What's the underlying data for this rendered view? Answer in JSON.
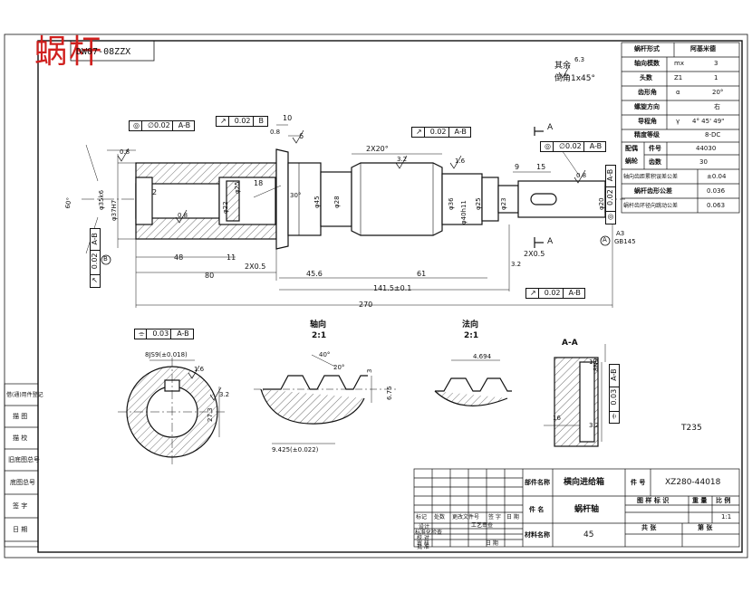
{
  "drawing": {
    "stamp_text": "蜗杆",
    "code_text": "DW07-08ZZX",
    "roughness_note_label": "其余",
    "roughness_note_value": "6.3",
    "chamfer_note": "倒角1x45°",
    "material": "T235"
  },
  "spec_table": {
    "rows": [
      {
        "name": "蜗杆形式",
        "symbol": "",
        "value": "阿基米德"
      },
      {
        "name": "轴向模数",
        "symbol": "mx",
        "value": "3"
      },
      {
        "name": "头数",
        "symbol": "Z1",
        "value": "1"
      },
      {
        "name": "齿形角",
        "symbol": "α",
        "value": "20°"
      },
      {
        "name": "螺旋方向",
        "symbol": "",
        "value": "右"
      },
      {
        "name": "导程角",
        "symbol": "γ",
        "value": "4° 45' 49\""
      },
      {
        "name": "精度等级",
        "symbol": "",
        "value": "8-DC"
      }
    ],
    "mesh_label_1": "配偶",
    "mesh_label_2": "蜗轮",
    "mesh_rows": [
      {
        "name": "件号",
        "value": "44030"
      },
      {
        "name": "齿数",
        "value": "30"
      }
    ],
    "tol_rows": [
      {
        "name": "轴向齿距累积误差公差",
        "value": "±0.04"
      },
      {
        "name": "蜗杆齿形公差",
        "value": "0.036"
      },
      {
        "name": "蜗杆齿环径向跳动公差",
        "value": "0.063"
      }
    ]
  },
  "views": {
    "axial_title": "轴向",
    "axial_scale": "2:1",
    "normal_title": "法向",
    "normal_scale": "2:1",
    "section_title": "A-A",
    "section_mark_a": "A",
    "datum_a": "A",
    "datum_b": "B",
    "angle_60": "60°",
    "angle_40": "40°",
    "angle_30": "30°",
    "angle_20": "20°",
    "center_label": "A3",
    "center_std": "GB145"
  },
  "dimensions": {
    "d_80": "80",
    "d_48": "48",
    "d_11": "11",
    "d_2": "2",
    "d_18": "18",
    "d_10": "10",
    "d_6": "6",
    "d_2x0_5a": "2X0.5",
    "d_2x0_5b": "2X0.5",
    "d_45_6": "45.6",
    "d_61": "61",
    "d_141_5": "141.5±0.1",
    "d_270": "270",
    "d_9": "9",
    "d_15": "15",
    "d_2x20": "2X20°",
    "d_phi35": "φ35k6",
    "d_phi37": "φ37H7",
    "d_phi22": "φ22",
    "d_phi45": "φ45",
    "d_phi28": "φ28",
    "d_phi25": "φ25",
    "d_phi23": "φ23",
    "d_phi36": "φ36",
    "d_phi40": "φ40h11",
    "d_phi25b": "φ25",
    "d_phi20": "φ20",
    "d_8js9": "8JS9(±0.018)",
    "d_27_3": "27.3",
    "d_3_2": "3.2",
    "d_1_6": "1.6",
    "d_4_694": "4.694",
    "d_9_425": "9.425(±0.022)",
    "d_6_75": "6.75",
    "d_3": "3",
    "d_key": "8N9",
    "d_key_depth": "16"
  },
  "roughness": {
    "r08a": "0.8",
    "r08b": "0.8",
    "r08c": "0.8",
    "r08d": "0.8",
    "r32a": "3.2",
    "r32b": "3.2",
    "r16a": "1.6",
    "r16b": "1.6",
    "r32c": "3.2"
  },
  "fcf": {
    "f1": {
      "sym": "◎",
      "val": "∅0.02",
      "ref": "A-B"
    },
    "f2": {
      "sym": "↗",
      "val": "0.02",
      "ref": "B"
    },
    "f3": {
      "sym": "↗",
      "val": "0.02",
      "ref": "A-B"
    },
    "f4": {
      "sym": "◎",
      "val": "∅0.02",
      "ref": "A-B"
    },
    "f5": {
      "sym": "↗",
      "val": "0.02",
      "ref": "A-B"
    },
    "f6": {
      "sym": "↗",
      "val": "0.02",
      "ref": "A-B"
    },
    "f7": {
      "sym": "⌯",
      "val": "0.03",
      "ref": "A-B"
    },
    "f8": {
      "sym": "⌯",
      "val": "0.03",
      "ref": "A-B"
    },
    "f9": {
      "sym": "◎",
      "val": "0.02",
      "ref": "A-B"
    }
  },
  "left_strip": {
    "items": [
      "借(通)用件登记",
      "描 图",
      "描 校",
      "旧底图总号",
      "底图总号",
      "签 字",
      "日 期"
    ]
  },
  "title_block": {
    "product_label": "部件名称",
    "product_value": "横向进给箱",
    "part_label": "件 号",
    "part_value": "XZ280-44018",
    "name_label": "件 名",
    "name_value": "蜗杆轴",
    "material_label": "材料名称",
    "material_value": "45",
    "stage_headers": [
      "图 样 标 识",
      "重 量",
      "比 例"
    ],
    "scale_value": "1:1",
    "sheet_headers": [
      "共 张",
      "第 张"
    ],
    "rev_headers": [
      "标记",
      "处数",
      "更改文件号",
      "签 字",
      "日 期"
    ],
    "sign_rows": [
      "设计",
      "标准化检查",
      "校 对",
      "审 核",
      "批 准"
    ],
    "sign_extra": [
      "工艺审查",
      "日 期"
    ]
  }
}
